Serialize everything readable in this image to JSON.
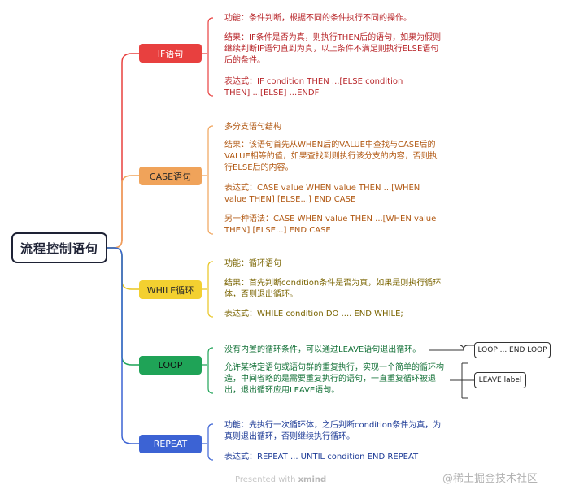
{
  "root": {
    "label": "流程控制语句"
  },
  "topics": {
    "if": {
      "label": "IF语句",
      "details": [
        "功能：条件判断，根据不同的条件执行不同的操作。",
        "结果：IF条件是否为真，则执行THEN后的语句，如果为假则\n继续判断IF语句直到为真，以上条件不满足则执行ELSE语句\n后的条件。",
        "表达式：IF  condition  THEN  ...[ELSE  condition\nTHEN]  ...[ELSE]   ...ENDF"
      ]
    },
    "case": {
      "label": "CASE语句",
      "details": [
        "多分支语句结构",
        "结果：该语句首先从WHEN后的VALUE中查找与CASE后的\nVALUE相等的值，如果查找到则执行该分支的内容，否则执\n行ELSE后的内容。",
        "表达式：CASE  value WHEN value THEN  ...[WHEN\nvalue  THEN]   [ELSE...]   END  CASE",
        "另一种语法：CASE  WHEN value THEN  ...[WHEN value\nTHEN]   [ELSE...]   END  CASE"
      ]
    },
    "while": {
      "label": "WHILE循环",
      "details": [
        "功能：循环语句",
        "结果：首先判断condition条件是否为真，如果是则执行循环\n体，否则退出循环。",
        "表达式：WHILE condition DO .... END  WHILE;"
      ]
    },
    "loop": {
      "label": "LOOP",
      "details": [
        "没有内置的循环条件，可以通过LEAVE语句退出循环。",
        "允许某特定语句或语句群的重复执行，实现一个简单的循环构\n造，中间省略的是需要重复执行的语句，一直重复循环被退\n出，退出循环应用LEAVE语句。"
      ],
      "sub": [
        "LOOP ... END  LOOP",
        "LEAVE  label"
      ]
    },
    "repeat": {
      "label": "REPEAT",
      "details": [
        "功能：先执行一次循环体，之后判断condition条件为真，为\n真则退出循环，否则继续执行循环。",
        "表达式：REPEAT  ... UNTIL  condition   END  REPEAT"
      ]
    }
  },
  "footer": {
    "prefix": "Presented with ",
    "brand": "xmind"
  },
  "watermark": "@稀土掘金技术社区",
  "colors": {
    "if": "#e8403f",
    "case": "#f0a35a",
    "while": "#f3d030",
    "loop": "#1fa357",
    "repeat": "#3c63d4",
    "root_border": "#1e2235"
  }
}
